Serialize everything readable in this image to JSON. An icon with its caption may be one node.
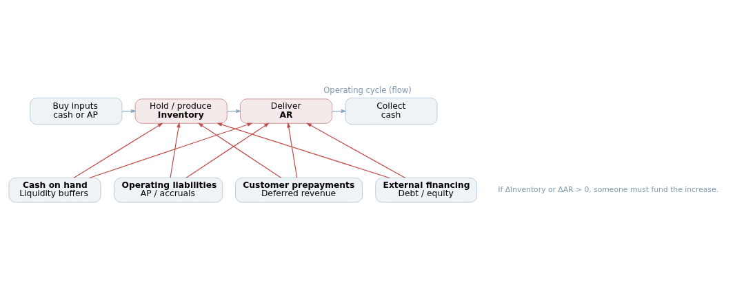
{
  "diagram": {
    "title": "Operating cycle (flow)",
    "nodes": [
      {
        "text": [
          "Buy inputs",
          "cash or AP"
        ]
      },
      {
        "text": [
          "Hold / produce",
          "Inventory"
        ]
      },
      {
        "text": [
          "Deliver",
          "AR"
        ]
      },
      {
        "text": [
          "Collect",
          "cash"
        ]
      },
      {
        "text": [
          "Cash on hand",
          "Liquidity buffers"
        ]
      },
      {
        "text": [
          "Operating liabilities",
          "AP / accruals"
        ]
      },
      {
        "text": [
          "Customer prepayments",
          "Deferred revenue"
        ]
      },
      {
        "text": [
          "External financing",
          "Debt / equity"
        ]
      }
    ],
    "edges": [
      {
        "from": 0,
        "to": 1,
        "arrow": "to",
        "color": "#8aa9bf"
      },
      {
        "from": 1,
        "to": 2,
        "arrow": "to",
        "color": "#8aa9bf"
      },
      {
        "from": 2,
        "to": 3,
        "arrow": "to",
        "color": "#8aa9bf"
      },
      {
        "from": 4,
        "to": 1,
        "arrow": "to"
      },
      {
        "from": 4,
        "to": 2,
        "arrow": "to"
      },
      {
        "from": 5,
        "to": 1,
        "arrow": "to"
      },
      {
        "from": 5,
        "to": 2,
        "arrow": "to"
      },
      {
        "from": 6,
        "to": 1,
        "arrow": "to"
      },
      {
        "from": 6,
        "to": 2,
        "arrow": "to"
      },
      {
        "from": 7,
        "to": 1,
        "arrow": "to"
      },
      {
        "from": 7,
        "to": 2,
        "arrow": "to"
      }
    ],
    "labels": [
      "If ΔInventory or ΔAR > 0, someone must fund the increase."
    ]
  }
}
